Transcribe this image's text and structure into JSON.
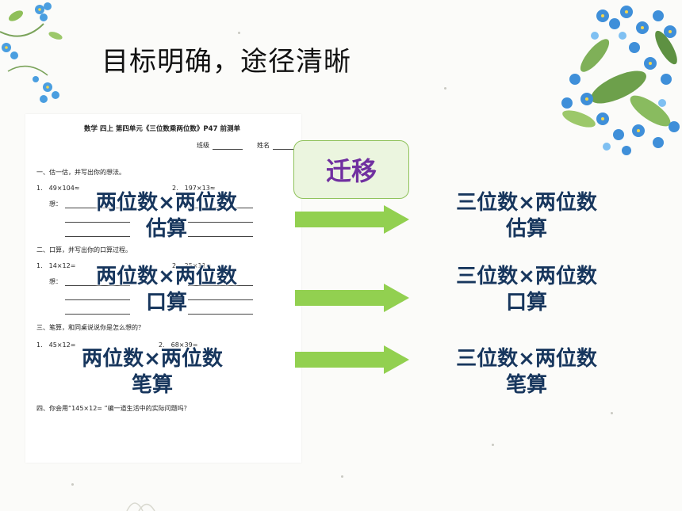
{
  "slide": {
    "title": "目标明确，途径清晰",
    "transfer_label": "迁移"
  },
  "worksheet": {
    "header": "数学 四上 第四单元《三位数乘两位数》P47 前测单",
    "class_label": "班级",
    "name_label": "姓名",
    "s1_title": "一、估一估，并写出你的想法。",
    "s1_q1": "1.　49×104≈",
    "s1_q2": "2.　197×13≈",
    "s1_think": "想：",
    "s2_title": "二、口算，并写出你的口算过程。",
    "s2_q1": "1.　14×12=",
    "s2_q2": "2.　25×11=",
    "s2_think": "想：",
    "s3_title": "三、笔算，和同桌说说你是怎么想的？",
    "s3_q1": "1.　45×12=",
    "s3_q2": "2.　68×39=",
    "s4_title": "四、你会用“145×12= ”编一道生活中的实际问题吗？"
  },
  "rows": [
    {
      "left_line1": "两位数×两位数",
      "left_line2": "估算",
      "right_line1": "三位数×两位数",
      "right_line2": "估算"
    },
    {
      "left_line1": "两位数×两位数",
      "left_line2": "口算",
      "right_line1": "三位数×两位数",
      "right_line2": "口算"
    },
    {
      "left_line1": "两位数×两位数",
      "left_line2": "笔算",
      "right_line1": "三位数×两位数",
      "right_line2": "笔算"
    }
  ],
  "colors": {
    "label_text": "#17365d",
    "transfer_text": "#7030a0",
    "transfer_fill": "#ebf5df",
    "arrow_green": "#92d050"
  }
}
